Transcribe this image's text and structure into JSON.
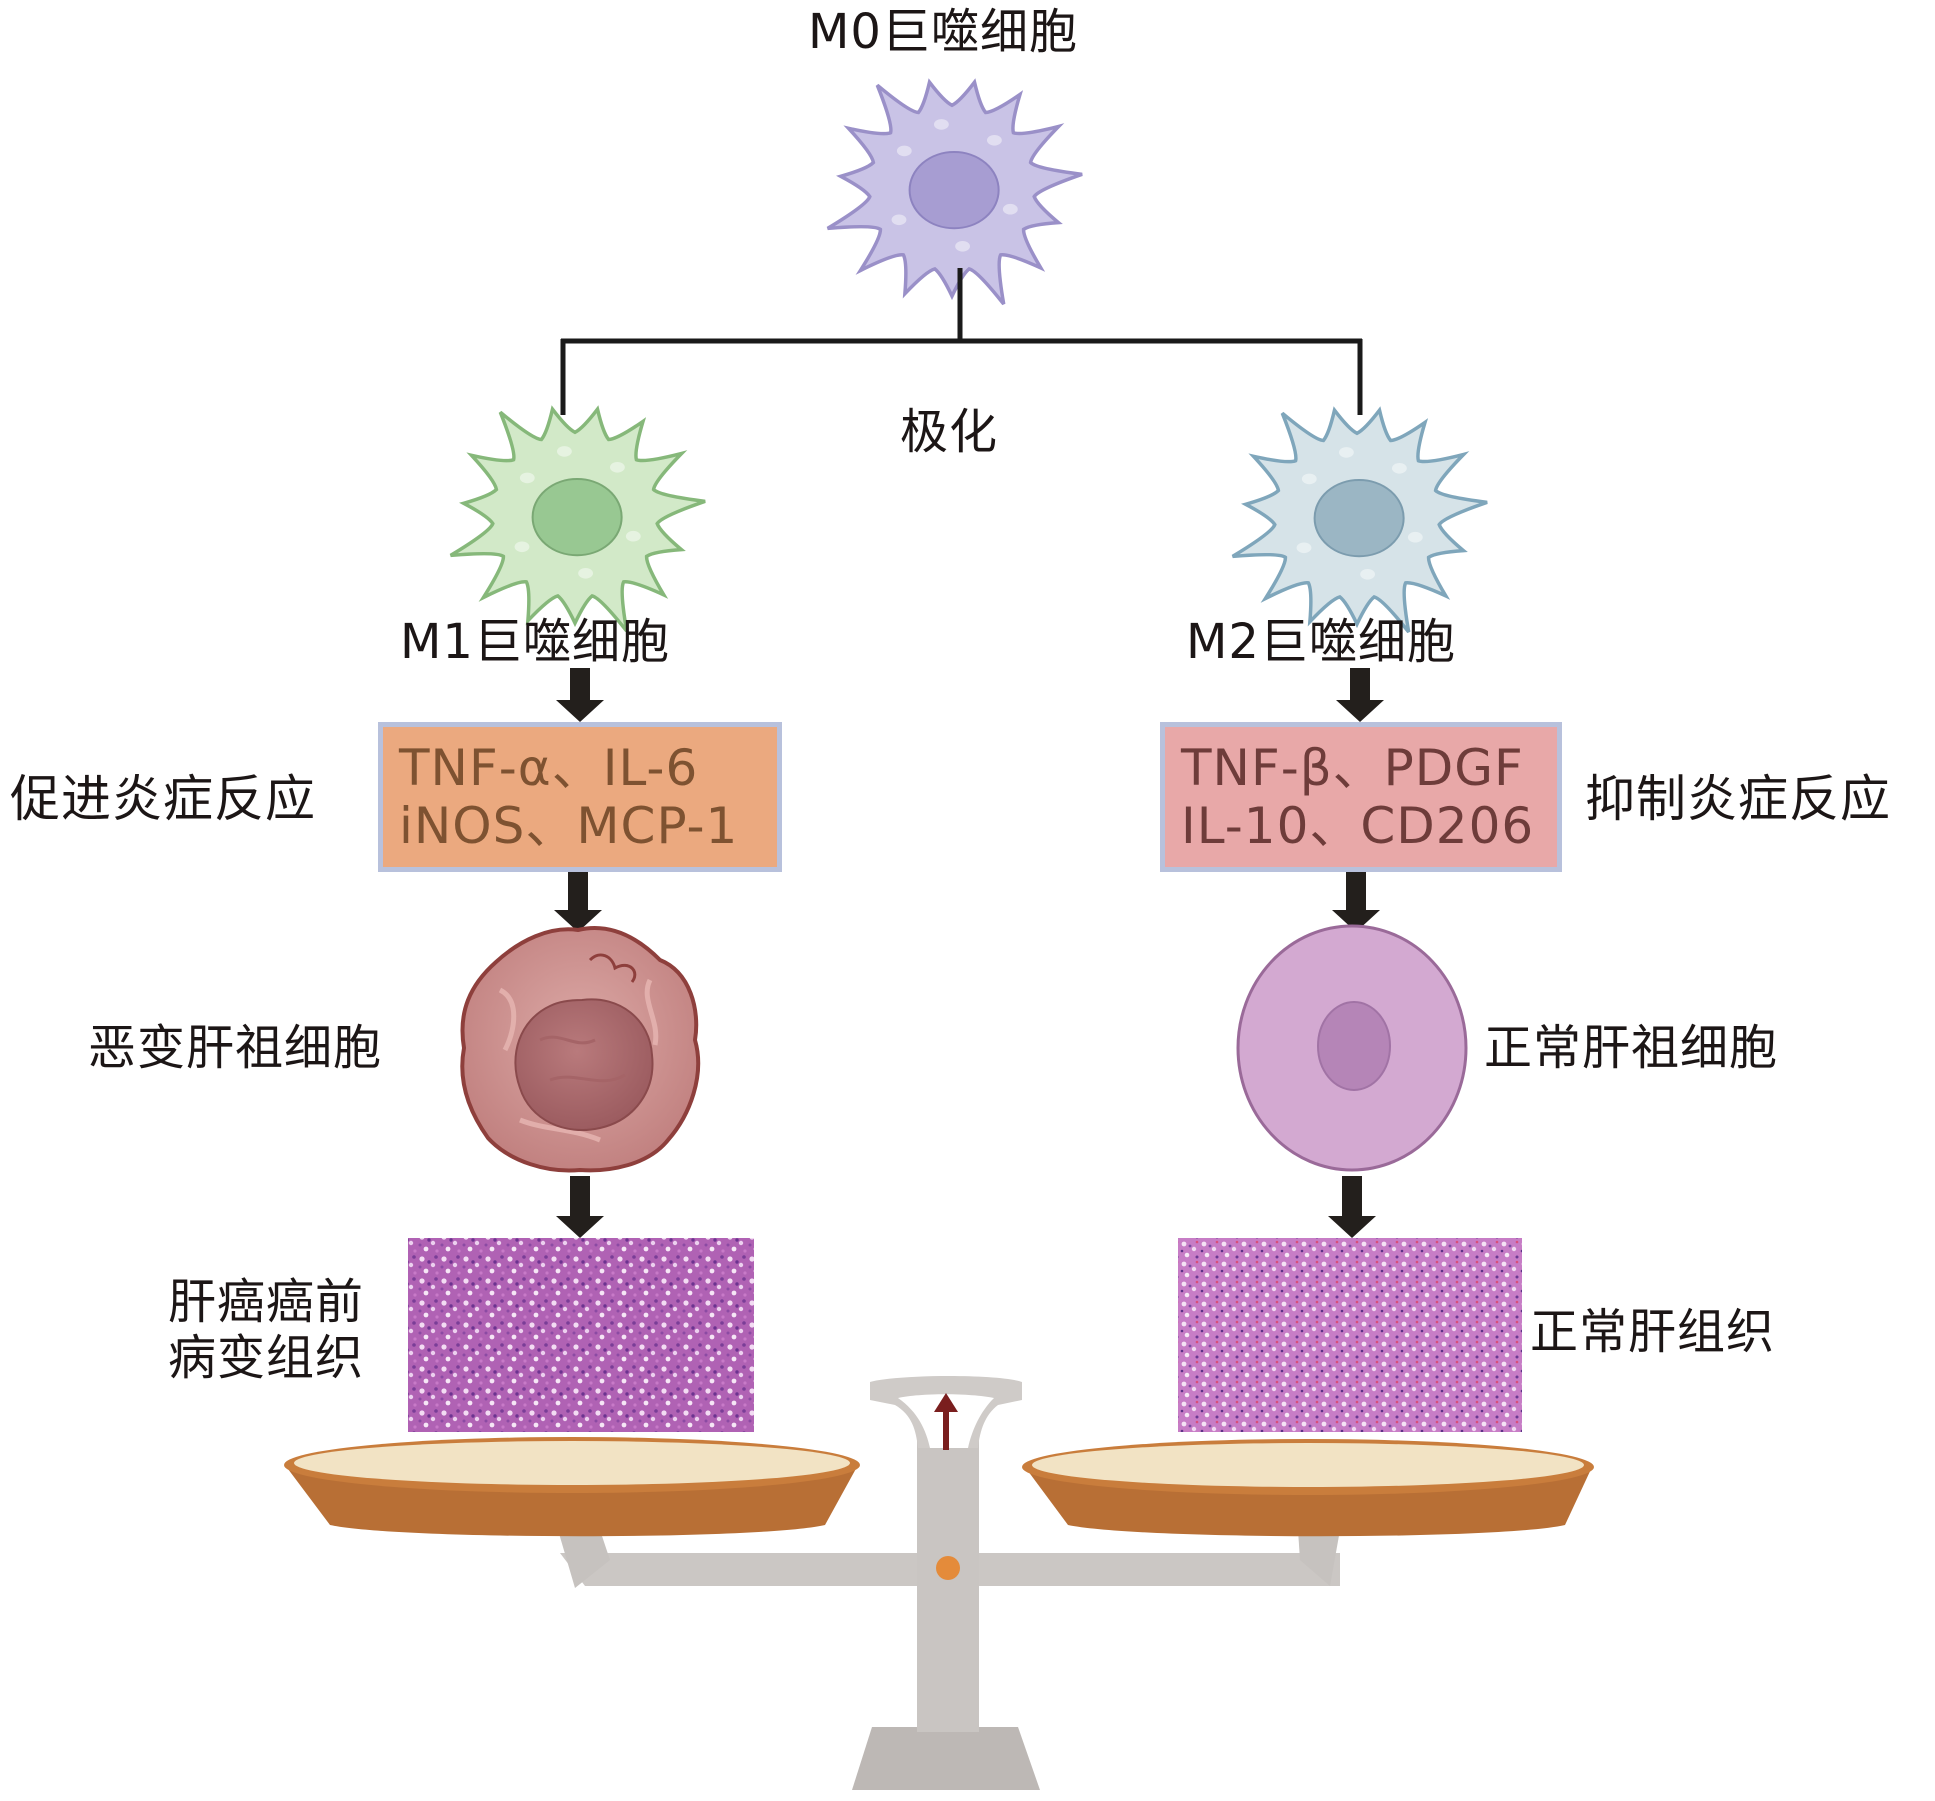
{
  "title": "M0巨噬细胞",
  "polarization_label": "极化",
  "m1": {
    "label": "M1巨噬细胞",
    "effect_label": "促进炎症反应",
    "factors": [
      "TNF-α、IL-6",
      "iNOS、MCP-1"
    ],
    "progenitor_label": "恶变肝祖细胞",
    "tissue_label_lines": [
      "肝癌癌前",
      "病变组织"
    ]
  },
  "m2": {
    "label": "M2巨噬细胞",
    "effect_label": "抑制炎症反应",
    "factors": [
      "TNF-β、PDGF",
      "IL-10、CD206"
    ],
    "progenitor_label": "正常肝祖细胞",
    "tissue_label": "正常肝组织"
  },
  "colors": {
    "m0_cell": "#c6c0e4",
    "m1_cell": "#cfe6c4",
    "m2_cell": "#d3e0e6",
    "m1_box": "#eba97f",
    "m2_box": "#e8a8a8",
    "box_border": "#b8c1dc",
    "malignant_cell": "#c98a88",
    "normal_cell": "#d1a8d0",
    "tissue": "#b45fb6",
    "pan": "#b8713a",
    "scale": "#cdc9c6",
    "pointer": "#7a1e1e"
  }
}
